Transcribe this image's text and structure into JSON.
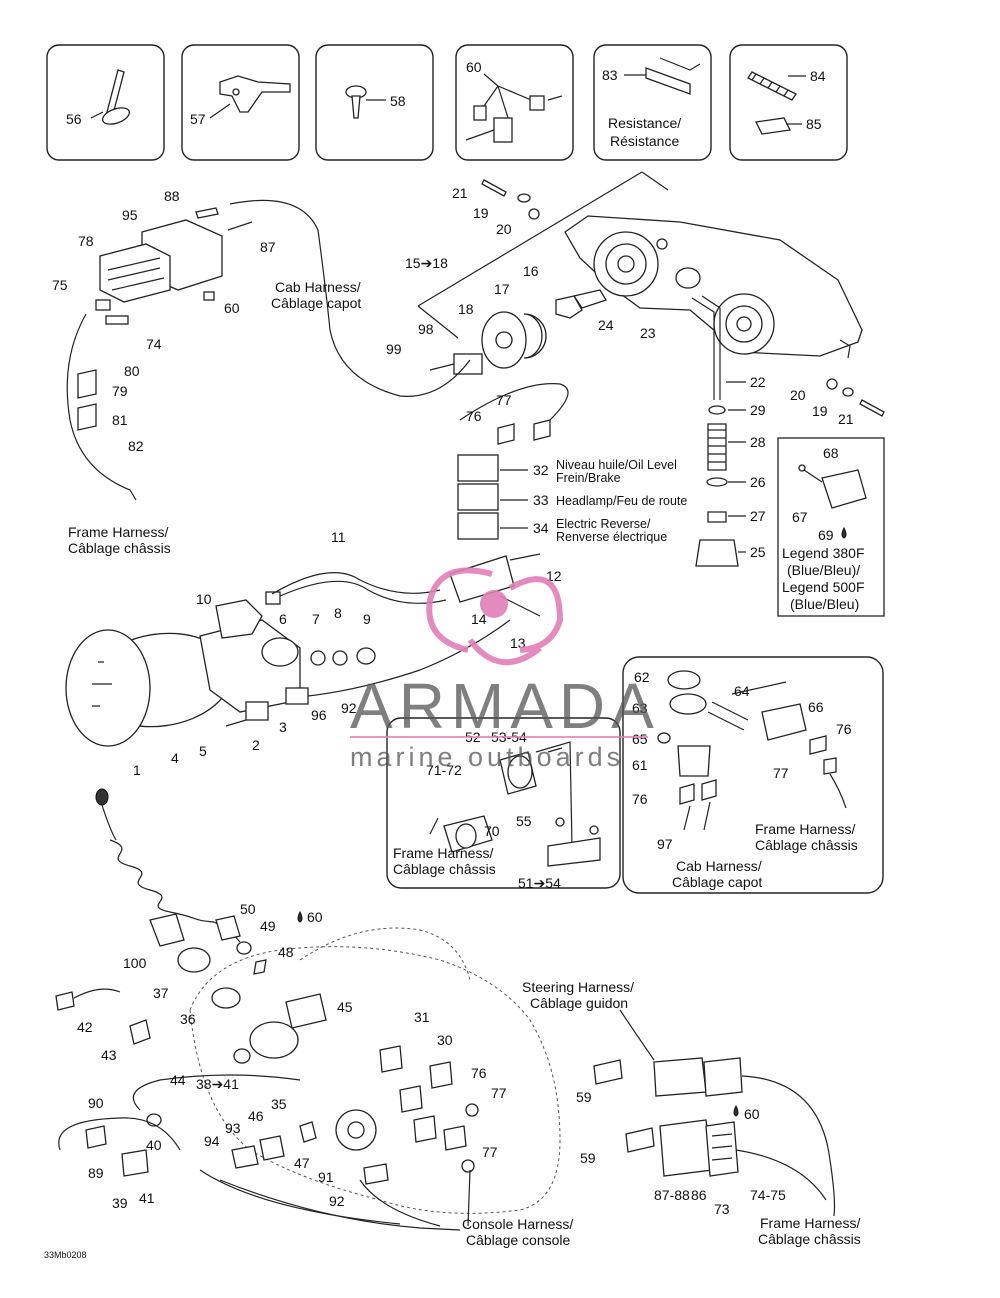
{
  "diagram_code": "33Mb0208",
  "watermark": {
    "brand": "ARMADA",
    "tagline": "marine outboards",
    "accent": "#e07fb8"
  },
  "boxes": {
    "resistance": "Resistance/",
    "resistance_fr": "Résistance",
    "legend_1": "Legend 380F",
    "legend_1b": "(Blue/Bleu)/",
    "legend_2": "Legend 500F",
    "legend_2b": "(Blue/Bleu)"
  },
  "switch_labels": {
    "s32a": "Niveau huile/Oil Level",
    "s32b": "Frein/Brake",
    "s33": "Headlamp/Feu de route",
    "s34a": "Electric Reverse/",
    "s34b": "Renverse électrique"
  },
  "harness": {
    "cab_1": "Cab Harness/",
    "cab_1b": "Câblage capot",
    "frame_1": "Frame Harness/",
    "frame_1b": "Câblage châssis",
    "frame_2": "Frame Harness/",
    "frame_2b": "Câblage châssis",
    "frame_3": "Frame Harness/",
    "frame_3b": "Câblage châssis",
    "cab_2": "Cab Harness/",
    "cab_2b": "Câblage capot",
    "steer": "Steering Harness/",
    "steer_b": "Câblage guidon",
    "console": "Console Harness/",
    "console_b": "Câblage console",
    "frame_4": "Frame Harness/",
    "frame_4b": "Câblage châssis"
  },
  "callouts": {
    "c56": "56",
    "c57": "57",
    "c58": "58",
    "c60a": "60",
    "c83": "83",
    "c84": "84",
    "c85": "85",
    "c21a": "21",
    "c19a": "19",
    "c20a": "20",
    "c15": "15➔18",
    "c16": "16",
    "c17": "17",
    "c18": "18",
    "c98": "98",
    "c99": "99",
    "c24": "24",
    "c23": "23",
    "c22": "22",
    "c20b": "20",
    "c19b": "19",
    "c21b": "21",
    "c29": "29",
    "c28": "28",
    "c26": "26",
    "c27": "27",
    "c25": "25",
    "c68": "68",
    "c67": "67",
    "c69": "69",
    "c88": "88",
    "c95": "95",
    "c87": "87",
    "c78": "78",
    "c75": "75",
    "c60b": "60",
    "c74": "74",
    "c80": "80",
    "c79": "79",
    "c81": "81",
    "c82": "82",
    "c76a": "76",
    "c77a": "77",
    "c32": "32",
    "c33": "33",
    "c34": "34",
    "c11": "11",
    "c12": "12",
    "c14": "14",
    "c13": "13",
    "c10": "10",
    "c6": "6",
    "c7": "7",
    "c8": "8",
    "c9": "9",
    "c96": "96",
    "c92a": "92",
    "c3": "3",
    "c2": "2",
    "c1": "1",
    "c4": "4",
    "c5": "5",
    "c52": "52",
    "c5354": "53-54",
    "c7172": "71-72",
    "c55": "55",
    "c70": "70",
    "c5154": "51➔54",
    "c62": "62",
    "c63": "63",
    "c64": "64",
    "c65": "65",
    "c66": "66",
    "c61": "61",
    "c76b": "76",
    "c77b": "77",
    "c76c": "76",
    "c97": "97",
    "c50": "50",
    "c49": "49",
    "c60c": "60",
    "c48": "48",
    "c100": "100",
    "c37": "37",
    "c36": "36",
    "c45": "45",
    "c42": "42",
    "c43": "43",
    "c44": "44",
    "c3841": "38➔41",
    "c35": "35",
    "c31": "31",
    "c30": "30",
    "c76d": "76",
    "c77c": "77",
    "c77d": "77",
    "c90": "90",
    "c89": "89",
    "c40": "40",
    "c46": "46",
    "c93": "93",
    "c94": "94",
    "c47": "47",
    "c91": "91",
    "c92b": "92",
    "c39": "39",
    "c41": "41",
    "c59a": "59",
    "c59b": "59",
    "c60d": "60",
    "c8788": "87-88",
    "c86": "86",
    "c73": "73",
    "c7475": "74-75"
  }
}
